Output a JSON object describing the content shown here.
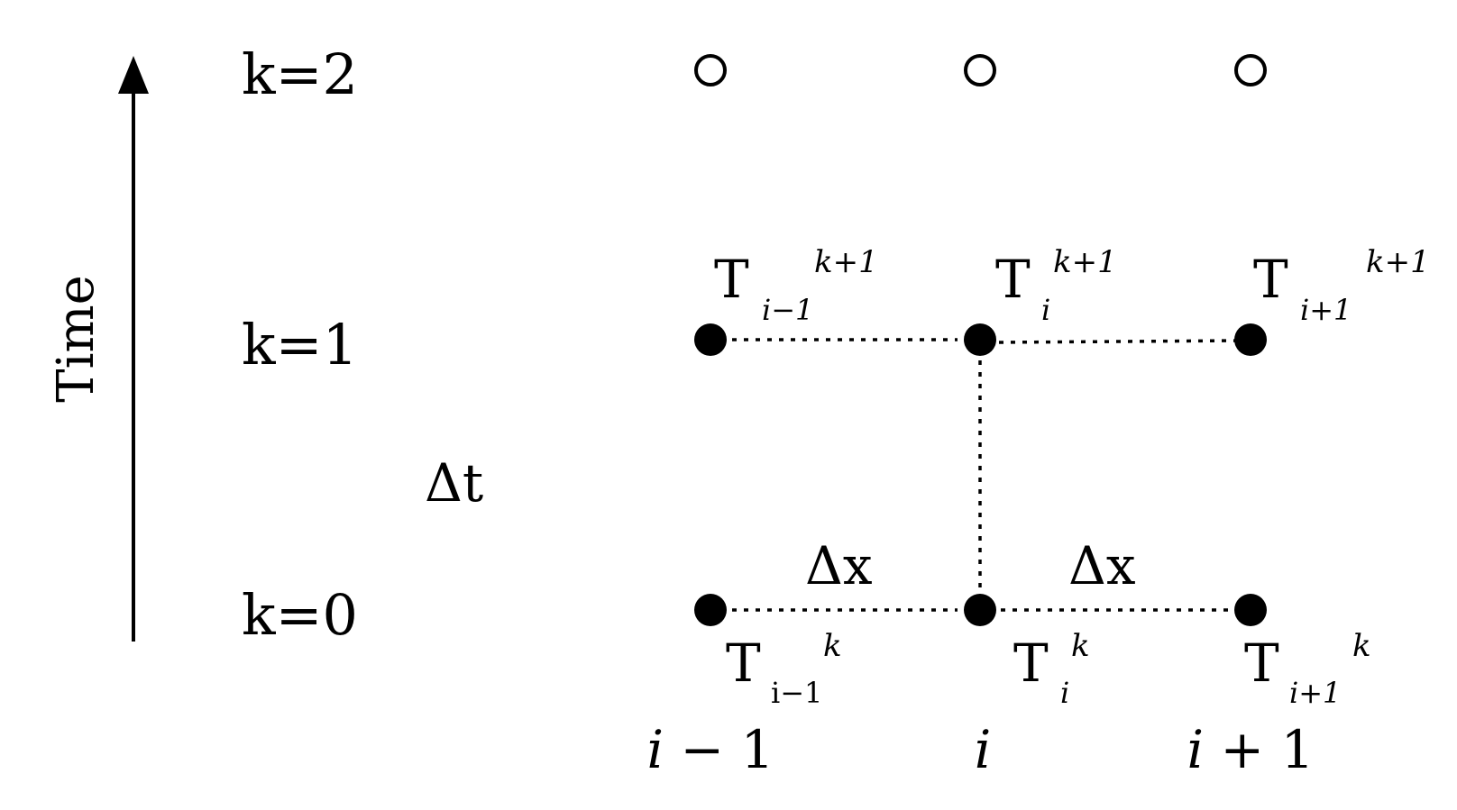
{
  "axis": {
    "label": "Time"
  },
  "levels": [
    "k=2",
    "k=1",
    "k=0"
  ],
  "delta_t": "Δt",
  "delta_x": [
    "Δx",
    "Δx"
  ],
  "node_labels_top": [
    {
      "main": "T",
      "sub": "i−1",
      "sup": "k+1"
    },
    {
      "main": "T",
      "sub": "i",
      "sup": "k+1"
    },
    {
      "main": "T",
      "sub": "i+1",
      "sup": "k+1"
    }
  ],
  "node_labels_bottom": [
    {
      "main": "T",
      "sub": "i−1",
      "sup": "k"
    },
    {
      "main": "T",
      "sub": "i",
      "sup": "k"
    },
    {
      "main": "T",
      "sub": "i+1",
      "sup": "k"
    }
  ],
  "column_labels": [
    {
      "var": "i",
      "rest": " − 1"
    },
    {
      "var": "i",
      "rest": ""
    },
    {
      "var": "i",
      "rest": " + 1"
    }
  ],
  "colors": {
    "ink": "#000000",
    "background": "#ffffff"
  }
}
